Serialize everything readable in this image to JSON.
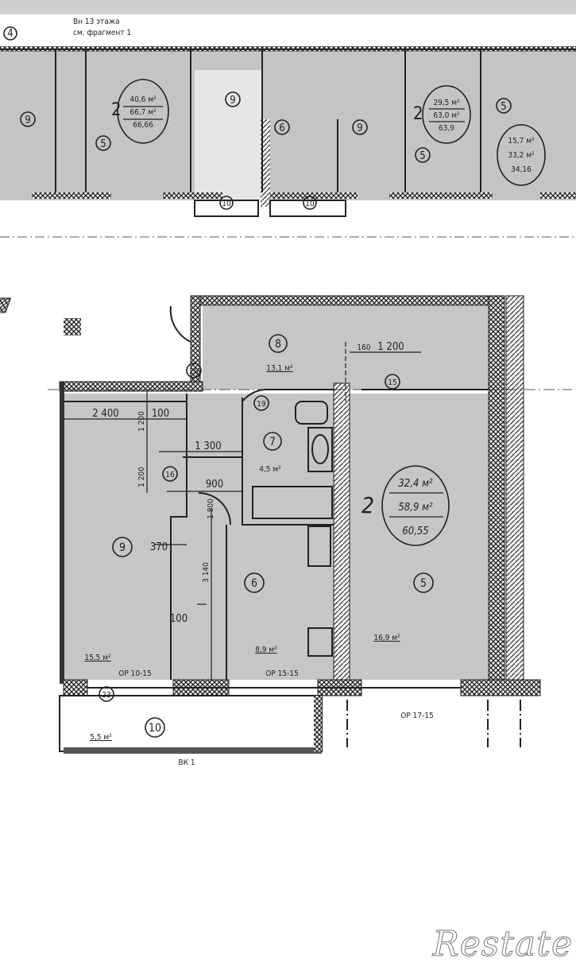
{
  "plan": {
    "unit": {
      "rooms_count": "2",
      "living_area": "32,4 м²",
      "total_area": "58,9 м²",
      "total_with_balcony": "60,55"
    },
    "rooms": [
      {
        "number": "8",
        "area": "13,1 м²"
      },
      {
        "number": "7",
        "area": "4,5 м²"
      },
      {
        "number": "6",
        "area": "8,9 м²"
      },
      {
        "number": "9",
        "area": "15,5 м²"
      },
      {
        "number": "5",
        "area": "16,9 м²"
      },
      {
        "number": "10",
        "area": "5,5 м²"
      }
    ],
    "markers": [
      "20",
      "19",
      "15",
      "16",
      "23"
    ],
    "dimensions": [
      "160",
      "1 200",
      "2 400",
      "100",
      "1 200",
      "1 300",
      "1 200",
      "900",
      "1 800",
      "370",
      "3 140",
      "100"
    ],
    "openings": [
      "ОР 10-15",
      "ОР 15-15",
      "ОР 17-15"
    ],
    "below_balcony": "ВК 1"
  },
  "upper_plan": {
    "units": [
      {
        "rooms_count": "2",
        "living_area": "40,6 м²",
        "total_area": "66,7 м²",
        "total_with_balcony": "66,66"
      },
      {
        "rooms_count": "2",
        "living_area": "29,5 м²",
        "total_area": "63,0 м²",
        "total_with_balcony": "63,9"
      },
      {
        "living_area": "15,7 м²",
        "total_area": "33,2 м²",
        "total_with_balcony": "34,16"
      }
    ],
    "room_numbers": [
      "4",
      "9",
      "5",
      "9",
      "6",
      "9",
      "5",
      "5",
      "10",
      "10"
    ],
    "note_line1": "Вн 13 этажа",
    "note_line2": "см. фрагмент 1"
  },
  "logo": "Restate"
}
